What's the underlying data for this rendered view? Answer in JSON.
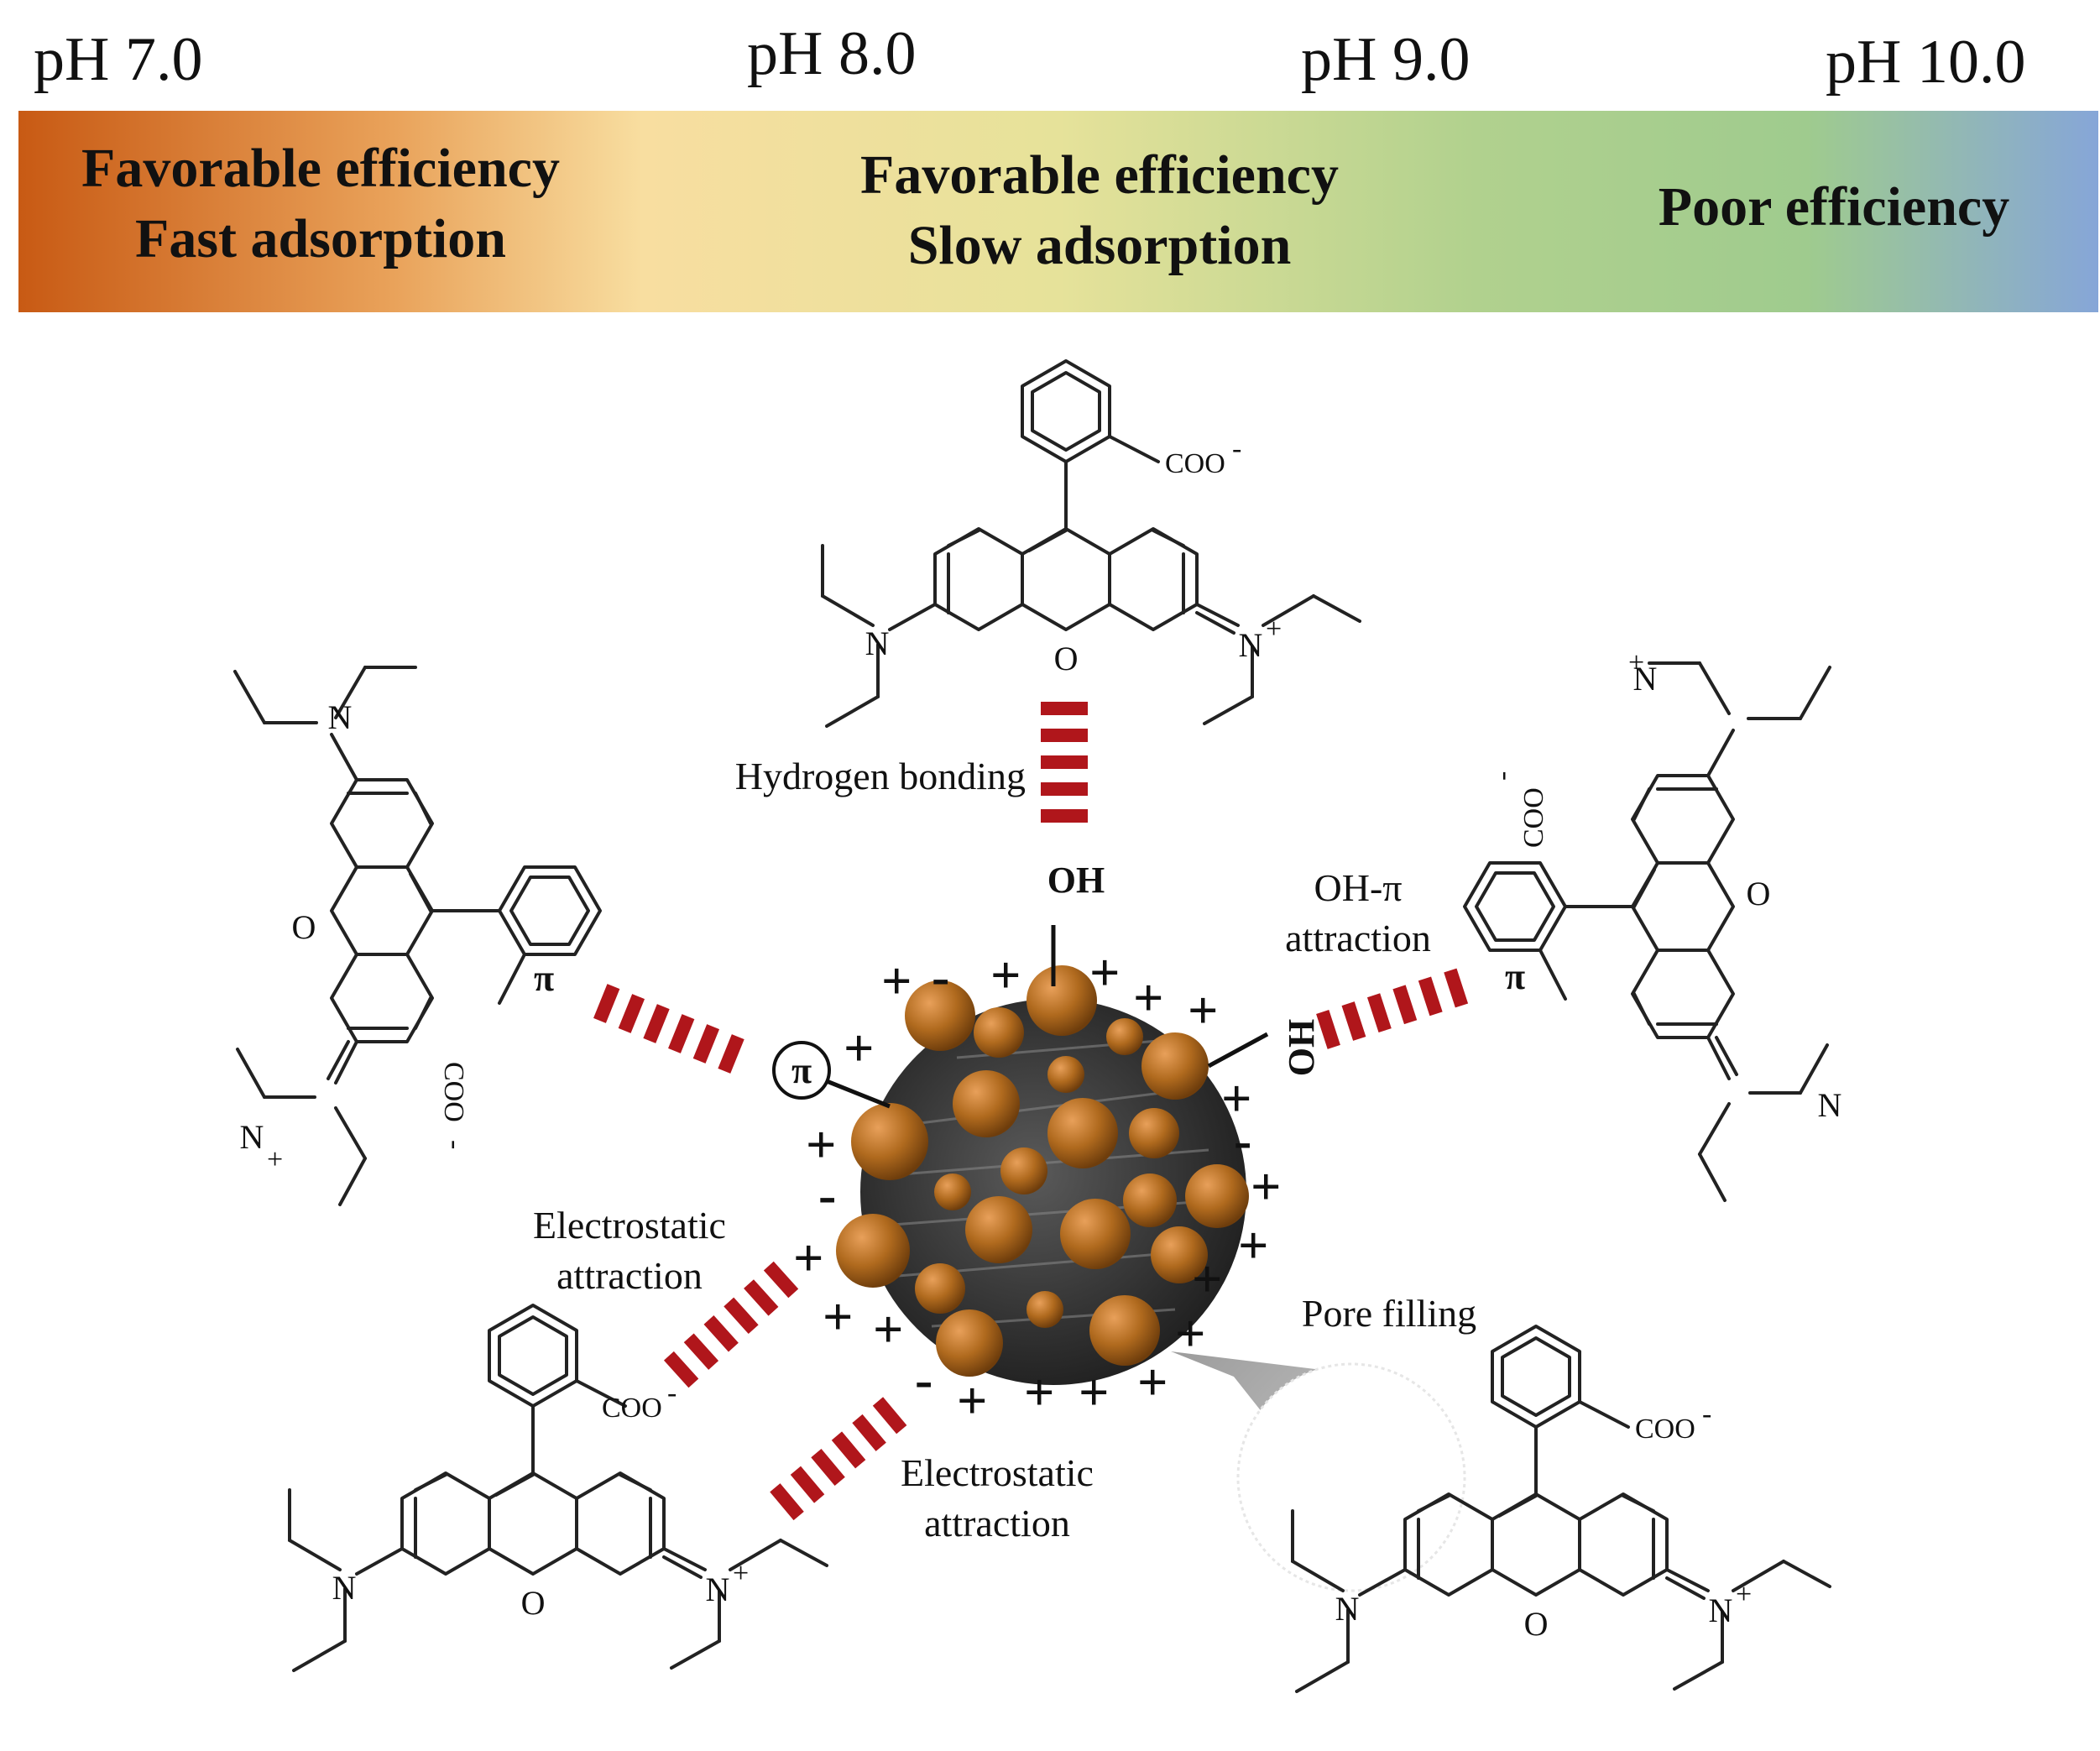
{
  "ph_scale": [
    {
      "label": "pH 7.0"
    },
    {
      "label": "pH 8.0"
    },
    {
      "label": "pH 9.0"
    },
    {
      "label": "pH 10.0"
    }
  ],
  "bands": [
    {
      "line1": "Favorable efficiency",
      "line2": "Fast adsorption"
    },
    {
      "line1": "Favorable efficiency",
      "line2": "Slow adsorption"
    },
    {
      "line1": "Poor efficiency"
    }
  ],
  "gradient_colors": [
    "#c85a14",
    "#f5dc94",
    "#e8e09a",
    "#a8cc8a",
    "#8aa8d8"
  ],
  "interactions": {
    "hydrogen_bonding": "Hydrogen bonding",
    "oh_pi_line1": "OH-π",
    "oh_pi_line2": "attraction",
    "electrostatic_1_line1": "Electrostatic",
    "electrostatic_1_line2": "attraction",
    "electrostatic_2_line1": "Electrostatic",
    "electrostatic_2_line2": "attraction",
    "pore_filling": "Pore filling"
  },
  "surface_groups": {
    "oh_top": "OH",
    "oh_right": "OH",
    "pi": "π",
    "plus": "+",
    "minus": "-"
  },
  "molecule_labels": {
    "coo": "COO",
    "charge_neg": "-",
    "charge_pos": "+",
    "nitrogen": "N",
    "oxygen": "O",
    "pi": "π"
  },
  "colors": {
    "interaction_dash": "#b0161b",
    "positive_charge": "#1f73c6",
    "negative_charge": "#1f9a5b",
    "particle": "#b06a1e",
    "core": "#3a3a3a"
  }
}
